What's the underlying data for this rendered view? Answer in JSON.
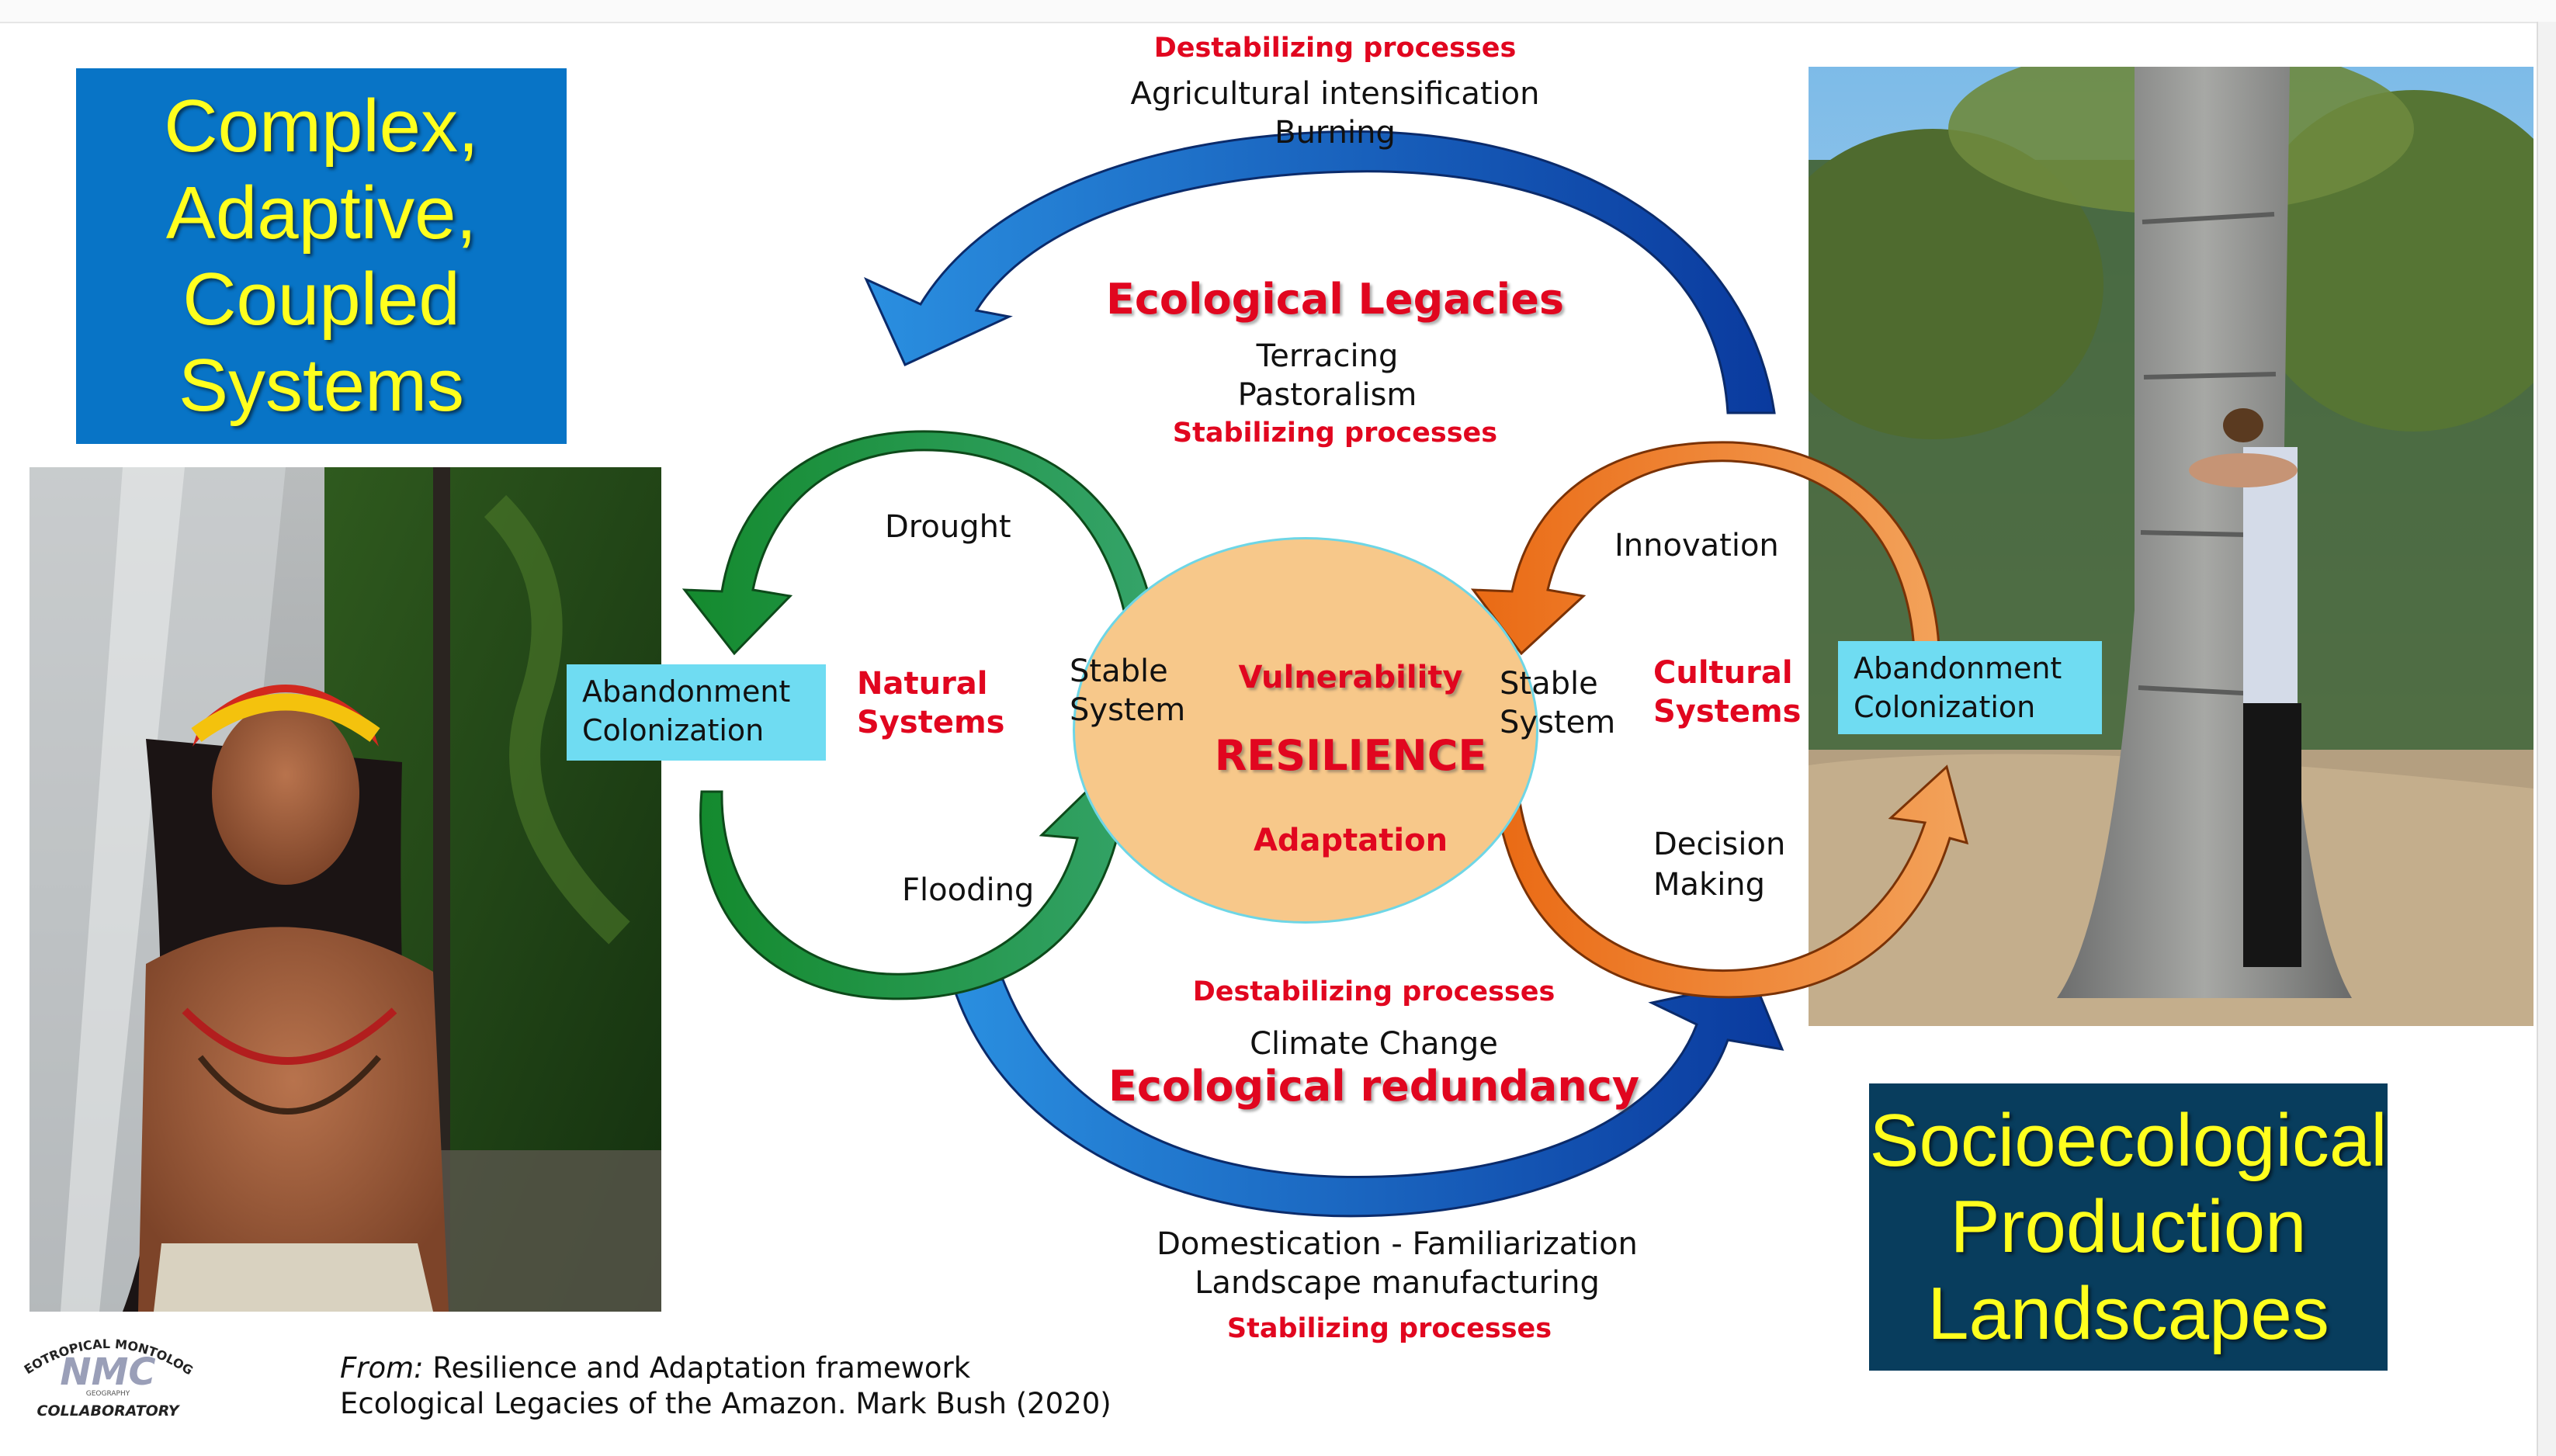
{
  "titles": {
    "left_title": "Complex,\nAdaptive,\nCoupled\nSystems",
    "right_title": "Socioecological\nProduction\nLandscapes"
  },
  "top": {
    "destabilizing": "Destabilizing processes",
    "line1": "Agricultural intensification",
    "line2": "Burning",
    "heading": "Ecological Legacies",
    "line3": "Terracing",
    "line4": "Pastoralism",
    "stabilizing": "Stabilizing processes"
  },
  "left_cycle": {
    "drought": "Drought",
    "flooding": "Flooding",
    "label": "Natural\nSystems",
    "stable": "Stable\nSystem",
    "box": "Abandonment\nColonization"
  },
  "right_cycle": {
    "innovation": "Innovation",
    "decision": "Decision\nMaking",
    "label": "Cultural\nSystems",
    "stable": "Stable\nSystem",
    "box": "Abandonment\nColonization"
  },
  "center": {
    "vulnerability": "Vulnerability",
    "resilience": "RESILIENCE",
    "adaptation": "Adaptation"
  },
  "bottom": {
    "destabilizing": "Destabilizing processes",
    "climate": "Climate Change",
    "heading": "Ecological redundancy",
    "line1": "Domestication - Familiarization",
    "line2": "Landscape manufacturing",
    "stabilizing": "Stabilizing processes"
  },
  "footer": {
    "from_label": "From:",
    "line1": " Resilience and Adaptation framework",
    "line2": "Ecological Legacies of the Amazon. Mark Bush (2020)"
  },
  "logo": {
    "top_text": "NEOTROPICAL MONTOLOGY",
    "initials": "NMC",
    "bottom_text": "COLLABORATORY",
    "small_text": "GEOGRAPHY"
  },
  "colors": {
    "title_yellow": "#ffff1e",
    "left_box_blue": "#0874c6",
    "right_box_navy": "#083d5d",
    "accent_red": "#e1061f",
    "cyan_box": "#6fdcf2",
    "ellipse_fill": "#f7c88a",
    "green_arrow": "#1f9a3c",
    "orange_arrow": "#f08a2e",
    "blue_arrow": "#1f6fd0"
  }
}
